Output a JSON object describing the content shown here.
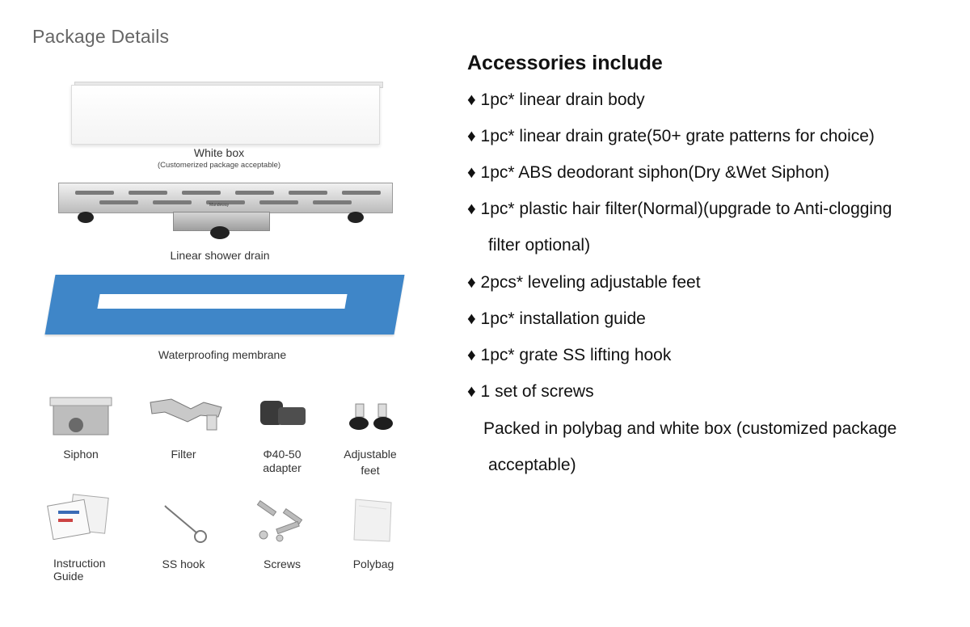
{
  "page_title": "Package Details",
  "left": {
    "white_box": {
      "label": "White box",
      "sublabel": "(Customerized package acceptable)"
    },
    "linear_drain": {
      "label": "Linear shower drain",
      "brand": "Mandeway"
    },
    "membrane": {
      "label": "Waterproofing membrane"
    },
    "thumbs_row1": [
      {
        "label": "Siphon"
      },
      {
        "label": "Filter"
      },
      {
        "label": "Φ40-50",
        "label2": "adapter"
      },
      {
        "label": "Adjustable",
        "label2": "feet"
      }
    ],
    "thumbs_row2": [
      {
        "label": "Instruction",
        "label2": "Guide"
      },
      {
        "label": "SS hook"
      },
      {
        "label": "Screws"
      },
      {
        "label": "Polybag"
      }
    ]
  },
  "accessories": {
    "title": "Accessories include",
    "items": [
      "♦ 1pc* linear drain body",
      "♦ 1pc* linear drain grate(50+ grate patterns for choice)",
      "♦ 1pc* ABS deodorant siphon(Dry &Wet Siphon)",
      "♦ 1pc* plastic hair filter(Normal)(upgrade to Anti-clogging",
      "filter optional)",
      "♦ 2pcs* leveling adjustable feet",
      "♦ 1pc* installation guide",
      "♦ 1pc* grate SS lifting hook",
      "♦ 1 set of screws",
      "Packed in polybag and white box (customized package",
      "acceptable)"
    ]
  },
  "colors": {
    "membrane": "#3f86c8",
    "title_gray": "#666666"
  }
}
